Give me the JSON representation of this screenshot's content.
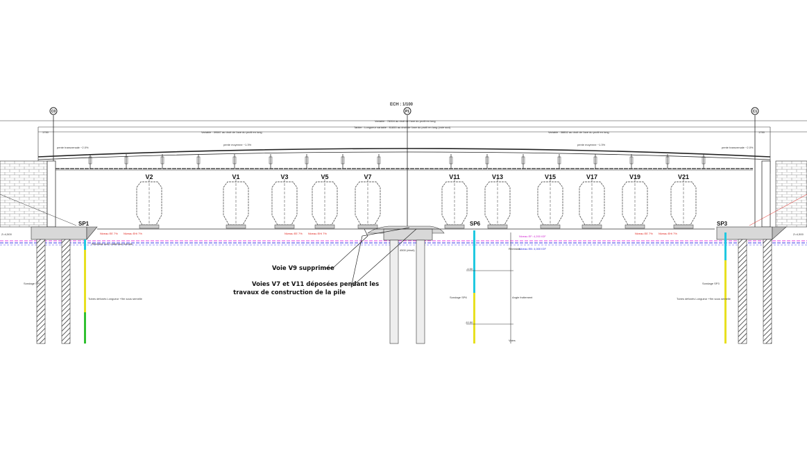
{
  "drawing": {
    "scale_title": "ECH : 1/100",
    "axes": [
      "C0",
      "P1",
      "C1"
    ],
    "dimensions": {
      "top": "Variable : 78354 au droit de l'axe du profil en long",
      "tablier": "Tablier : Longueur variable : 81855 au droit de l'axe du profil en long (voie sud)",
      "left_span": "Variable : 39587 au droit de l'axe du profil en long",
      "right_span": "Variable : 38852 au droit de l'axe du profil en long",
      "left_end": "1750",
      "right_end": "1750"
    },
    "slopes": {
      "left": "pente moyenne ~1.3%",
      "right": "pente moyenne ~1.3%",
      "left_end": "pente transversale ~2.0%",
      "right_end": "pente transversale ~2.0%"
    },
    "tracks": [
      "V2",
      "V1",
      "V3",
      "V5",
      "V7",
      "V11",
      "V13",
      "V15",
      "V17",
      "V19",
      "V21"
    ],
    "soundings": [
      "SP1",
      "SP6",
      "SP3"
    ],
    "water_levels": {
      "red_left_1": "Niveau EE 7%",
      "red_left_2": "Niveau EHi 7%",
      "red_mid_1": "Niveau EE 7%",
      "red_mid_2": "Niveau EHi 7%",
      "red_right_1": "Niveau EE 7%",
      "red_right_2": "Niveau EHi 7%",
      "mag": "Niveau EF: 4,200 IGF",
      "blue": "Niveau EB: 4,000 IGF"
    },
    "notes": {
      "remblai": "Remblais avec matériaux extraits",
      "sondage_left": "Sondage SP1",
      "sondage_mid": "Sondage SP6",
      "sondage_right": "Sondage SP3",
      "tubes_left": "Tubes défonés Longueur +9m sous semelle",
      "tubes_right": "Tubes défonés Longueur +9m sous semelle",
      "pile_width": "4500 (étroit)",
      "level_left": "Z=4,500",
      "level_right": "Z=4,500",
      "depth_mid_1": "-4.50",
      "depth_mid_2": "-10.50",
      "angle": "Angle frottement",
      "voies": "Voies",
      "alluvions": "Remblais"
    },
    "annotations": {
      "v9": "Voie V9 supprimée",
      "v7_v11_line1": "Voies V7 et V11 déposées pendant les",
      "v7_v11_line2": "travaux de construction de la pile"
    }
  },
  "colors": {
    "line": "#222222",
    "red": "#e0201a",
    "magenta": "#e040e0",
    "blue": "#3a3ae8",
    "cyan": "#20c8e0",
    "yellow": "#e8e020",
    "green": "#30c030",
    "concrete": "#d8d8d8"
  }
}
